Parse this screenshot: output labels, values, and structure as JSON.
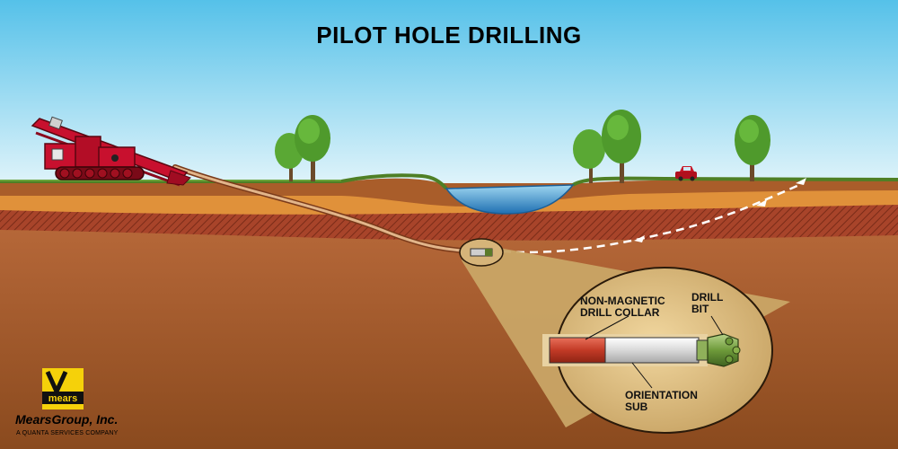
{
  "title": "PILOT HOLE DRILLING",
  "labels": {
    "collar_line1": "NON-MAGNETIC",
    "collar_line2": "DRILL COLLAR",
    "bit_line1": "DRILL",
    "bit_line2": "BIT",
    "sub_line1": "ORIENTATION",
    "sub_line2": "SUB"
  },
  "logo": {
    "mark_text": "mears",
    "company": "MearsGroup, Inc.",
    "tagline": "A QUANTA SERVICES COMPANY"
  },
  "colors": {
    "sky_top": "#58c3ea",
    "sky_bottom": "#e4f5fb",
    "rig": "#c8102e",
    "water": "#2a86c8",
    "ground_deep": "#a0582a",
    "grass": "#5a8a2a",
    "logo_yellow": "#f5d10a"
  }
}
